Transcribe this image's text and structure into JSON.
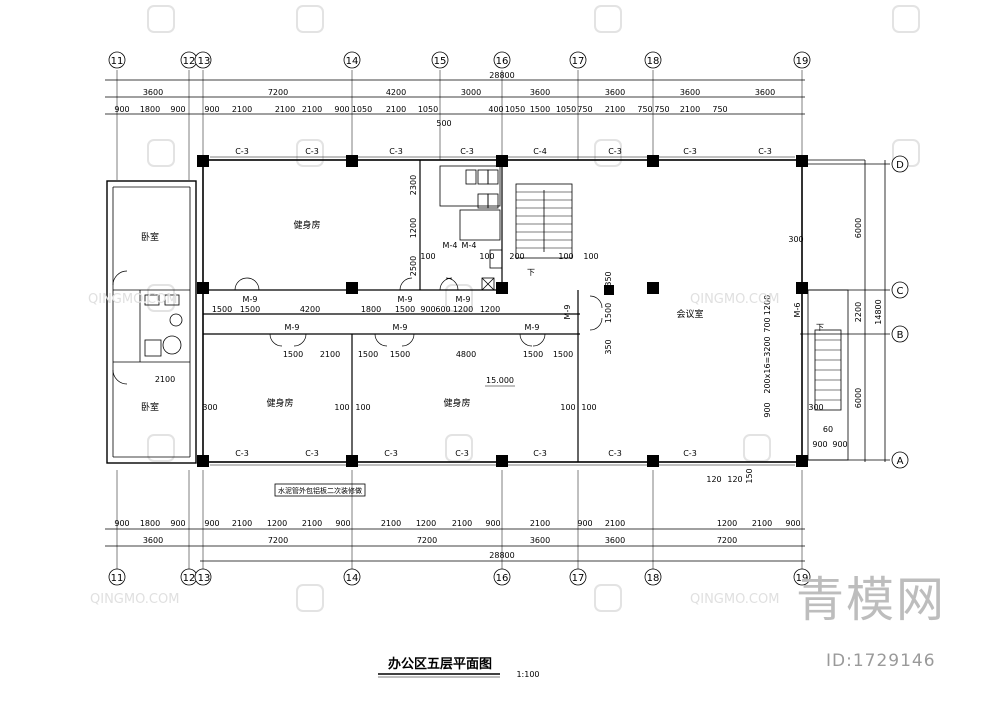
{
  "drawing": {
    "title": "办公区五层平面图",
    "scale": "1:100",
    "axes_top": [
      "11",
      "12",
      "13",
      "14",
      "15",
      "16",
      "17",
      "18",
      "19"
    ],
    "axes_bottom": [
      "11",
      "12",
      "13",
      "14",
      "16",
      "17",
      "18",
      "19"
    ],
    "axes_right": [
      "D",
      "C",
      "B",
      "A"
    ],
    "dims_top_total": "28800",
    "dims_top_row1": [
      "3600",
      "7200",
      "4200",
      "3000",
      "3600",
      "3600",
      "3600"
    ],
    "dims_top_row2": [
      "900",
      "1800",
      "900",
      "900",
      "2100",
      "2100",
      "2100",
      "900",
      "1050",
      "2100",
      "1050",
      "400",
      "1050",
      "1500",
      "1050",
      "750",
      "2100",
      "750",
      "750",
      "2100",
      "750"
    ],
    "dims_top_500": "500",
    "dims_bottom_row1": [
      "900",
      "1800",
      "900",
      "900",
      "2100",
      "1200",
      "2100",
      "900",
      "2100",
      "1200",
      "2100",
      "900",
      "2100",
      "900",
      "2100",
      "1200",
      "2100",
      "900"
    ],
    "dims_bottom_row2": [
      "3600",
      "7200",
      "7200",
      "3600",
      "3600",
      "7200"
    ],
    "dims_bottom_total": "28800",
    "dims_right": [
      "6000",
      "2200",
      "6000"
    ],
    "dims_right_total": "14800",
    "rooms": {
      "gym1": "健身房",
      "gym2": "健身房",
      "gym3": "健身房",
      "meeting": "会议室",
      "bedroom1": "卧室",
      "bedroom2": "卧室"
    },
    "windows": [
      "C-3",
      "C-3",
      "C-3",
      "C-3",
      "C-4",
      "C-3",
      "C-3",
      "C-3"
    ],
    "windows_bottom": [
      "C-3",
      "C-3",
      "C-3",
      "C-3",
      "C-3",
      "C-3",
      "C-3"
    ],
    "doors": [
      "M-9",
      "M-9",
      "M-9",
      "M-9",
      "M-9",
      "M-9",
      "M-9",
      "M-4",
      "M-4",
      "M-6"
    ],
    "corridor_dims": [
      "1500",
      "1500",
      "4200",
      "1800",
      "1500",
      "900",
      "600",
      "1200",
      "1200"
    ],
    "corridor_dims_b": [
      "1500",
      "2100",
      "1500",
      "1500",
      "4800",
      "1500",
      "1500"
    ],
    "misc_dims": [
      "2300",
      "1200",
      "2500",
      "100",
      "100",
      "200",
      "100",
      "100",
      "350",
      "1500",
      "350",
      "300",
      "2100",
      "300",
      "100",
      "100",
      "100",
      "100",
      "60",
      "900",
      "900",
      "300",
      "1200",
      "700",
      "2200",
      "3200",
      "900",
      "300",
      "120",
      "120",
      "150"
    ],
    "stair_up": "下",
    "elevation": "15.000",
    "note": "水泥管外包铝板二次装修做",
    "stair_dim": "200x16=3200"
  },
  "watermark": {
    "brand_cn": "青模网",
    "brand_en": "QINGMO.COM",
    "id": "ID:1729146"
  }
}
